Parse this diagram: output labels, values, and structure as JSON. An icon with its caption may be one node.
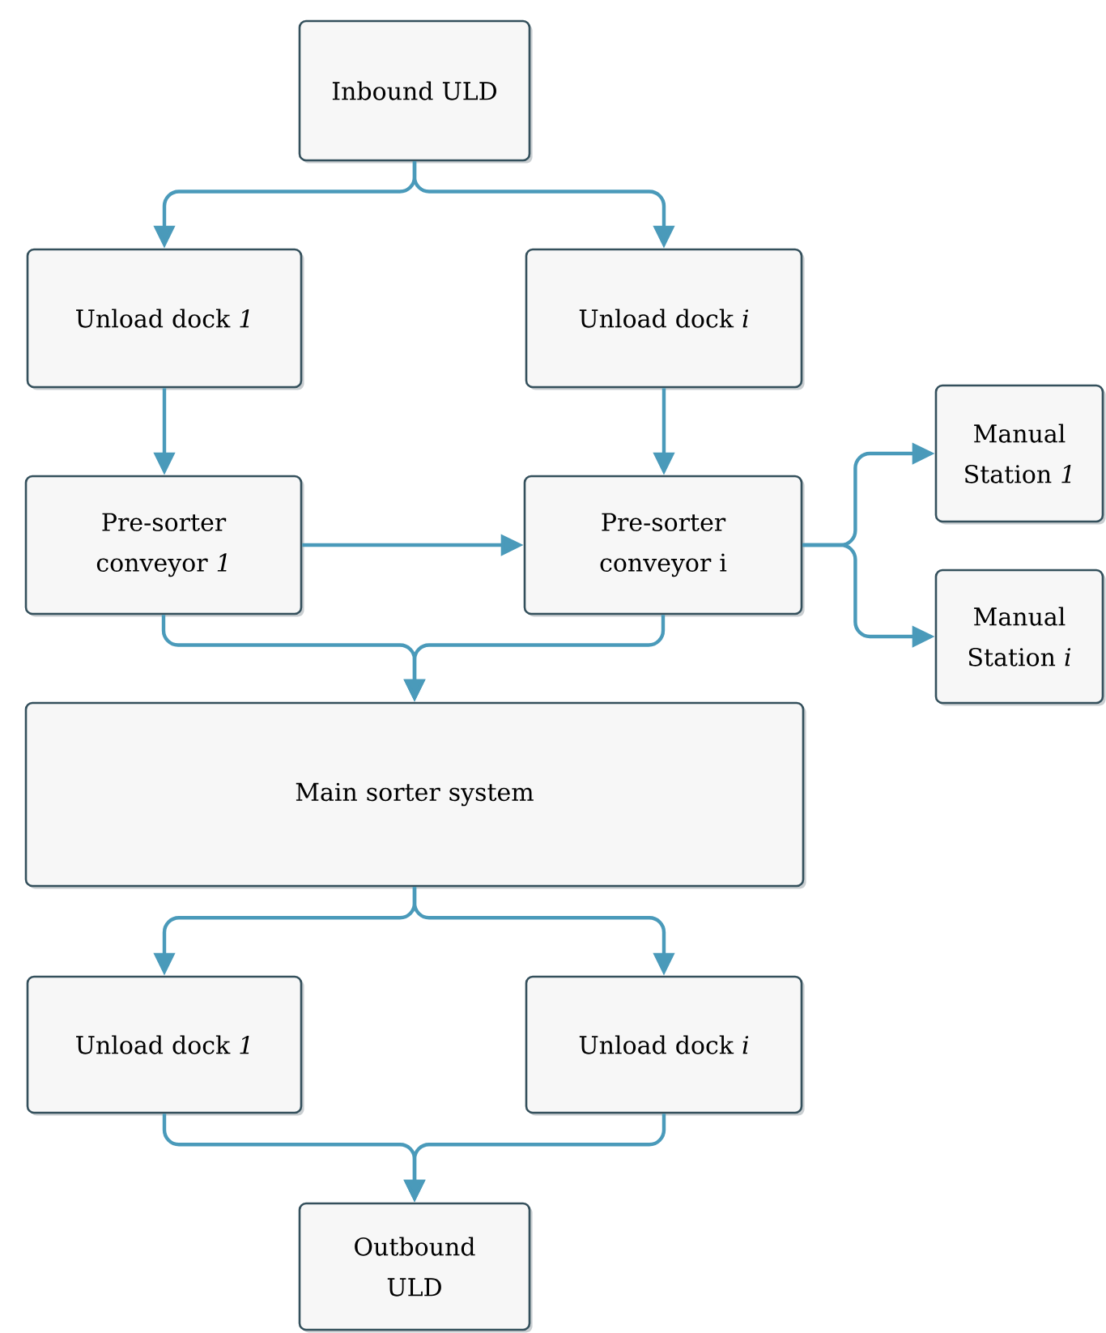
{
  "diagram": {
    "nodes": [
      {
        "text": [
          "Inbound ULD"
        ]
      },
      {
        "text": [
          "Unload dock *1*"
        ]
      },
      {
        "text": [
          "Unload dock *i*"
        ]
      },
      {
        "text": [
          "Pre-sorter conveyor *1*"
        ]
      },
      {
        "text": [
          "Pre-sorter conveyor i"
        ]
      },
      {
        "text": [
          "Manual Station *1*"
        ]
      },
      {
        "text": [
          "Manual Station *i*"
        ]
      },
      {
        "text": [
          "Main sorter system"
        ]
      },
      {
        "text": [
          "Unload dock *1*"
        ]
      },
      {
        "text": [
          "Unload dock *i*"
        ]
      },
      {
        "text": [
          "Outbound ULD"
        ]
      }
    ],
    "edges": [
      {
        "from": 0,
        "to": 1,
        "arrow": "to"
      },
      {
        "from": 0,
        "to": 2,
        "arrow": "to"
      },
      {
        "from": 1,
        "to": 3,
        "arrow": "to"
      },
      {
        "from": 2,
        "to": 4,
        "arrow": "to"
      },
      {
        "from": 3,
        "to": 4,
        "arrow": "to"
      },
      {
        "from": 4,
        "to": 5,
        "arrow": "to"
      },
      {
        "from": 4,
        "to": 6,
        "arrow": "to"
      },
      {
        "from": 3,
        "to": 7,
        "arrow": "to"
      },
      {
        "from": 4,
        "to": 7,
        "arrow": "to"
      },
      {
        "from": 7,
        "to": 8,
        "arrow": "to"
      },
      {
        "from": 7,
        "to": 9,
        "arrow": "to"
      },
      {
        "from": 8,
        "to": 10,
        "arrow": "to"
      },
      {
        "from": 9,
        "to": 10,
        "arrow": "to"
      }
    ]
  }
}
